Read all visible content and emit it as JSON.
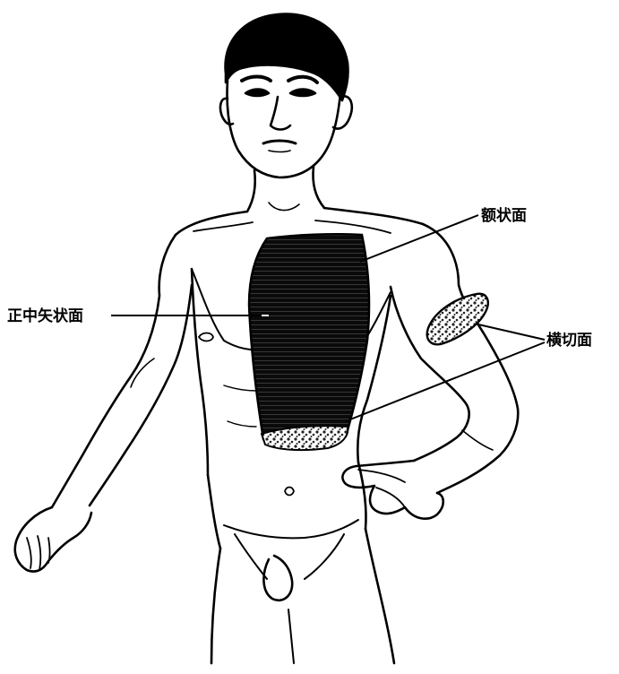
{
  "labels": {
    "median_sagittal": "正中矢状面",
    "coronal": "额状面",
    "transverse": "横切面"
  },
  "colors": {
    "ink": "#000000",
    "paper": "#ffffff",
    "plane_fill": "#0a0a0a",
    "stipple": "#3a3a3a"
  }
}
